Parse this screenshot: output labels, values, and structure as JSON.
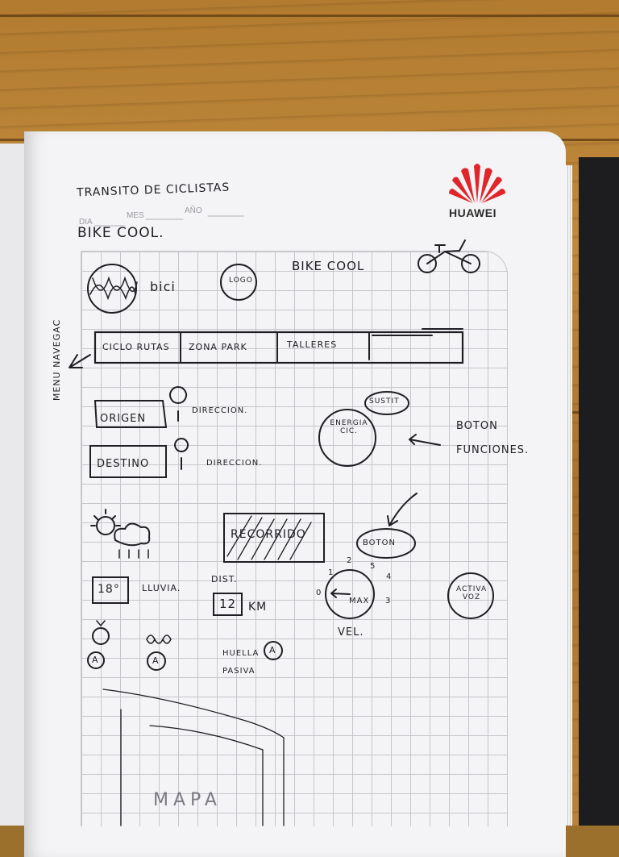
{
  "brand": {
    "name": "HUAWEI",
    "logo_color": "#e02020"
  },
  "header": {
    "title": "TRANSITO DE CICLISTAS",
    "date_fields": {
      "day": "DIA",
      "month": "MES",
      "year": "AÑO"
    },
    "subtitle": "BIKE COOL."
  },
  "sketch": {
    "top_bar": {
      "bici_label": "bici",
      "logo_label": "LOGO",
      "app_name": "BIKE COOL"
    },
    "nav_label": "MENU NAVEGAC",
    "nav_tabs": [
      "CICLO RUTAS",
      "ZONA PARK",
      "TALLERES"
    ],
    "origin": {
      "button": "ORIGEN",
      "address": "DIRECCION."
    },
    "destination": {
      "button": "DESTINO",
      "address": "DIRECCION."
    },
    "circle_button": {
      "label": "ENERGIA CIC.",
      "tag": "SUSTIT",
      "note": "BOTON FUNCIONES."
    },
    "weather": {
      "temperature": "18°",
      "condition": "LLUVIA."
    },
    "distance": {
      "label": "DIST.",
      "value": "12",
      "unit": "KM"
    },
    "record_button": "RECORRIDO",
    "speed_tag": "BOTON",
    "speedometer": {
      "label": "VEL.",
      "center": "MAX",
      "ticks": [
        "0",
        "1",
        "2",
        "3",
        "4",
        "5"
      ]
    },
    "activate_button": "ACTIVA VOZ",
    "icon_badges": [
      "A",
      "A"
    ],
    "footprint": {
      "label": "HUELLA PASIVA",
      "badge": "A"
    },
    "bottom_text": "MAPA"
  }
}
